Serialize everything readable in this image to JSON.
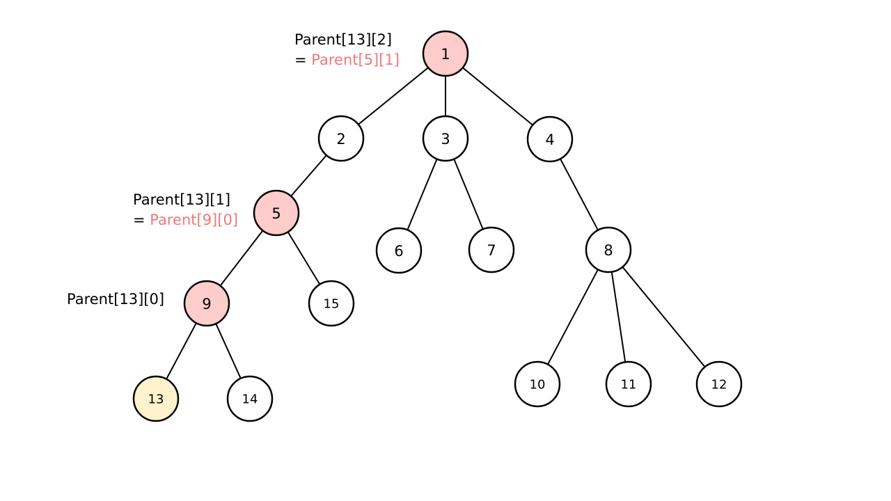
{
  "colors": {
    "stroke": "#000000",
    "default_fill": "#ffffff",
    "ancestor_fill": "#ffcccc",
    "target_fill": "#fff2cc",
    "reference_text": "#f07878"
  },
  "nodes": [
    {
      "id": "1",
      "label": "1",
      "state": "ancestor"
    },
    {
      "id": "2",
      "label": "2",
      "state": "default"
    },
    {
      "id": "3",
      "label": "3",
      "state": "default"
    },
    {
      "id": "4",
      "label": "4",
      "state": "default"
    },
    {
      "id": "5",
      "label": "5",
      "state": "ancestor"
    },
    {
      "id": "6",
      "label": "6",
      "state": "default"
    },
    {
      "id": "7",
      "label": "7",
      "state": "default"
    },
    {
      "id": "8",
      "label": "8",
      "state": "default"
    },
    {
      "id": "9",
      "label": "9",
      "state": "ancestor"
    },
    {
      "id": "15",
      "label": "15",
      "state": "default"
    },
    {
      "id": "10",
      "label": "10",
      "state": "default"
    },
    {
      "id": "11",
      "label": "11",
      "state": "default"
    },
    {
      "id": "12",
      "label": "12",
      "state": "default"
    },
    {
      "id": "13",
      "label": "13",
      "state": "target"
    },
    {
      "id": "14",
      "label": "14",
      "state": "default"
    }
  ],
  "edges": [
    [
      "1",
      "2"
    ],
    [
      "1",
      "3"
    ],
    [
      "1",
      "4"
    ],
    [
      "2",
      "5"
    ],
    [
      "3",
      "6"
    ],
    [
      "3",
      "7"
    ],
    [
      "4",
      "8"
    ],
    [
      "5",
      "9"
    ],
    [
      "5",
      "15"
    ],
    [
      "9",
      "13"
    ],
    [
      "9",
      "14"
    ],
    [
      "8",
      "10"
    ],
    [
      "8",
      "11"
    ],
    [
      "8",
      "12"
    ]
  ],
  "annotations": {
    "parent_13_2": {
      "line1": "Parent[13][2]",
      "prefix": "= ",
      "ref": "Parent[5][1]"
    },
    "parent_13_1": {
      "line1": "Parent[13][1]",
      "prefix": "= ",
      "ref": "Parent[9][0]"
    },
    "parent_13_0": {
      "line1": "Parent[13][0]"
    }
  }
}
